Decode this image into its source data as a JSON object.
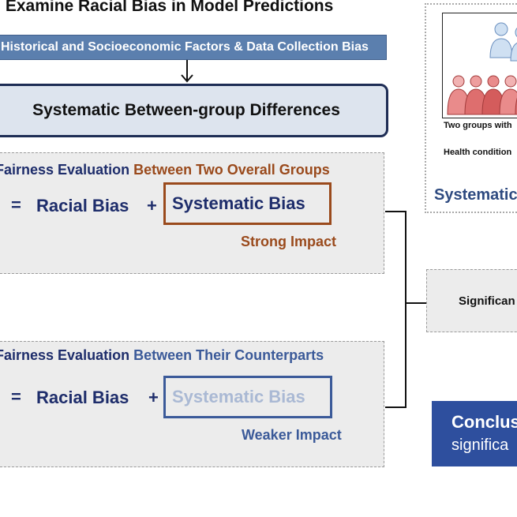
{
  "title": ") Examine Racial Bias in Model Predictions",
  "factors_label": "Historical and Socioeconomic Factors & Data Collection Bias",
  "systematic_differences": "Systematic Between-group Differences",
  "panel_overall": {
    "heading_prefix": "Fairness Evaluation",
    "heading_suffix": "Between Two Overall Groups",
    "equals": "=",
    "racial_bias": "Racial Bias",
    "plus": "+",
    "systematic_bias": "Systematic Bias",
    "impact": "Strong Impact"
  },
  "panel_counterparts": {
    "heading_prefix": "Fairness Evaluation",
    "heading_suffix": "Between Their Counterparts",
    "equals": "=",
    "racial_bias": "Racial Bias",
    "plus": "+",
    "systematic_bias": "Systematic Bias",
    "impact": "Weaker Impact"
  },
  "right_panel": {
    "groups_caption": "Two groups with",
    "health_caption": "Health condition",
    "systematic_label": "Systematic"
  },
  "significance_label": "Significan",
  "conclusion": {
    "line1": "Conclus",
    "line2": "significa"
  },
  "colors": {
    "navy": "#1e2d6b",
    "brown": "#9a4a1c",
    "blue": "#3b5a99",
    "conclusion_bg": "#2e4f9e",
    "factors_bg": "#5b7fae"
  }
}
